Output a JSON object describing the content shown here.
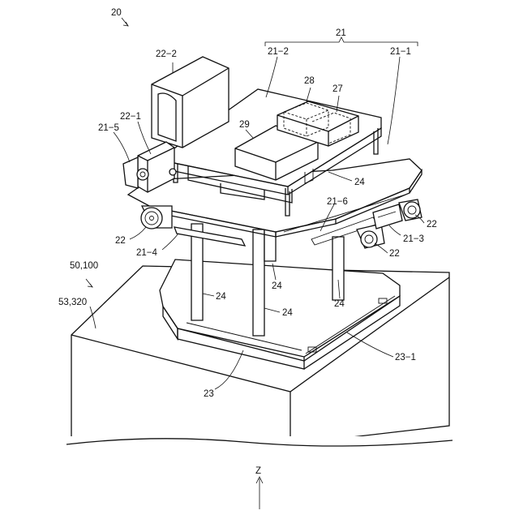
{
  "labels": {
    "fig": "20",
    "group21": "21",
    "p21_1": "21−1",
    "p21_2": "21−2",
    "p21_3": "21−3",
    "p21_4": "21−4",
    "p21_5": "21−5",
    "p21_6": "21−6",
    "p22_1": "22−1",
    "p22_2": "22−2",
    "p22_a": "22",
    "p22_b": "22",
    "p22_c": "22",
    "p23": "23",
    "p23_1": "23−1",
    "p24_a": "24",
    "p24_b": "24",
    "p24_c": "24",
    "p24_d": "24",
    "p24_e": "24",
    "p27": "27",
    "p28": "28",
    "p29": "29",
    "p50": "50,100",
    "p53": "53,320",
    "axis_z": "Z"
  }
}
